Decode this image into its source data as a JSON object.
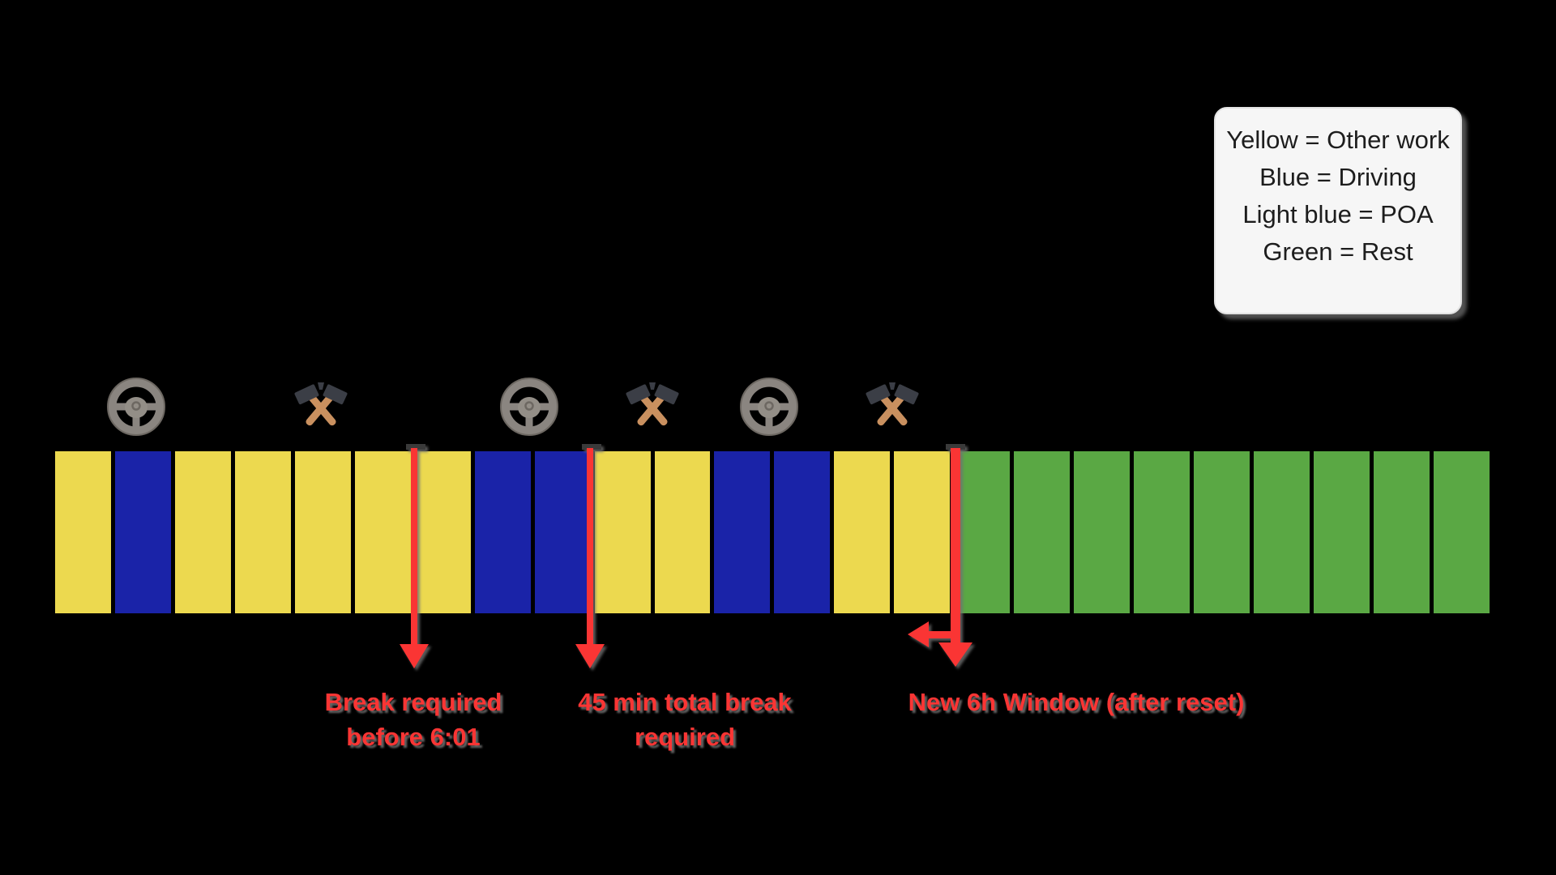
{
  "colors": {
    "background": "#000000",
    "other_work": "#ecd94f",
    "driving": "#1a23a8",
    "rest": "#5aa844",
    "annotation_red": "#fa3534",
    "legend_bg": "#f6f6f6",
    "legend_text": "#1d1d1d"
  },
  "legend": {
    "lines": [
      "Yellow = Other work",
      "Blue = Driving",
      "Light blue = POA",
      "Green = Rest"
    ]
  },
  "timeline": {
    "blocks": [
      "other_work",
      "driving",
      "other_work",
      "other_work",
      "other_work",
      "other_work",
      "other_work",
      "driving",
      "driving",
      "other_work",
      "other_work",
      "driving",
      "driving",
      "other_work",
      "other_work",
      "rest",
      "rest",
      "rest",
      "rest",
      "rest",
      "rest",
      "rest",
      "rest",
      "rest"
    ]
  },
  "icons": [
    "steering-wheel-icon",
    "crossed-hammers-icon",
    "steering-wheel-icon",
    "crossed-hammers-icon",
    "steering-wheel-icon",
    "crossed-hammers-icon"
  ],
  "annotations": [
    {
      "lines": [
        "Break required",
        "before 6:01"
      ]
    },
    {
      "lines": [
        "45 min total break",
        "required"
      ]
    },
    {
      "lines": [
        "New 6h Window (after reset)"
      ]
    }
  ]
}
